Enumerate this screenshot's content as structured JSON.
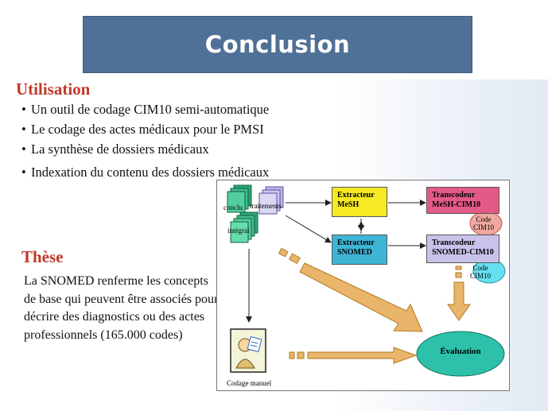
{
  "title": "Conclusion",
  "utilisation": {
    "heading": "Utilisation",
    "items": [
      "Un outil de codage CIM10 semi-automatique",
      "Le codage des actes médicaux pour le PMSI",
      "La synthèse de dossiers médicaux",
      "Indexation du contenu des dossiers médicaux"
    ]
  },
  "these": {
    "heading": "Thèse",
    "text": "La SNOMED renferme les concepts de base qui peuvent être associés pour décrire des diagnostics ou des actes professionnels (165.000 codes)"
  },
  "diagram": {
    "docs": {
      "conclu": "conclu",
      "traitements": "traitements",
      "integral": "intégral"
    },
    "extracteur_mesh": {
      "line1": "Extracteur",
      "line2": "MeSH"
    },
    "extracteur_snomed": {
      "line1": "Extracteur",
      "line2": "SNOMED"
    },
    "transcodeur_mesh": {
      "line1": "Transcodeur",
      "line2": "MeSH-CIM10"
    },
    "transcodeur_snomed": {
      "line1": "Transcodeur",
      "line2": "SNOMED-CIM10"
    },
    "code1": {
      "line1": "Code",
      "line2": "CIM10"
    },
    "code2": {
      "line1": "Code",
      "line2": "CIM10"
    },
    "evaluation": "Évaluation",
    "codage_manuel": "Codage manuel"
  },
  "colors": {
    "title_bar": "#4f7197",
    "heading_red": "#c0392b",
    "extracteur_mesh": "#f5ea23",
    "extracteur_snomed": "#3fb5d6",
    "transcodeur_mesh": "#e45a86",
    "transcodeur_snomed": "#c9c3ec",
    "evaluation": "#2ec1aa",
    "arrow_fill": "#e8b56a"
  }
}
